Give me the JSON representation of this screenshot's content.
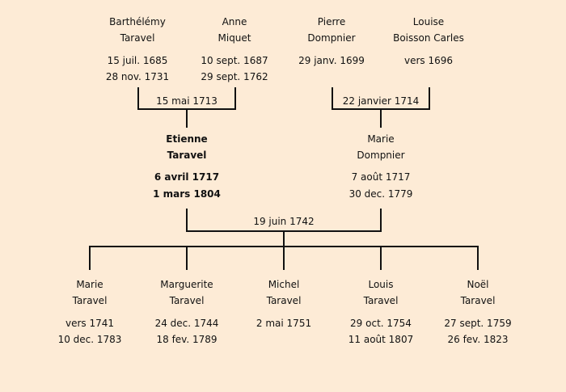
{
  "grandparents": [
    {
      "first": "Barthélémy",
      "last": "Taravel",
      "birth": "15 juil. 1685",
      "death": "28 nov. 1731"
    },
    {
      "first": "Anne",
      "last": "Miquet",
      "birth": "10 sept. 1687",
      "death": "29 sept. 1762"
    },
    {
      "first": "Pierre",
      "last": "Dompnier",
      "birth": "29 janv. 1699",
      "death": ""
    },
    {
      "first": "Louise",
      "last": "Boisson Carles",
      "birth": "vers 1696",
      "death": ""
    }
  ],
  "marriages": {
    "paternal": "15 mai 1713",
    "maternal": "22 janvier 1714",
    "parents": "19 juin 1742"
  },
  "parents": [
    {
      "first": "Etienne",
      "last": "Taravel",
      "birth": "6 avril 1717",
      "death": "1 mars 1804"
    },
    {
      "first": "Marie",
      "last": "Dompnier",
      "birth": "7 août 1717",
      "death": "30 dec. 1779"
    }
  ],
  "children": [
    {
      "first": "Marie",
      "last": "Taravel",
      "birth": "vers 1741",
      "death": "10 dec. 1783"
    },
    {
      "first": "Marguerite",
      "last": "Taravel",
      "birth": "24 dec. 1744",
      "death": "18 fev. 1789"
    },
    {
      "first": "Michel",
      "last": "Taravel",
      "birth": "2 mai 1751",
      "death": ""
    },
    {
      "first": "Louis",
      "last": "Taravel",
      "birth": "29 oct. 1754",
      "death": "11 août 1807"
    },
    {
      "first": "Noël",
      "last": "Taravel",
      "birth": "27 sept. 1759",
      "death": "26 fev. 1823"
    }
  ]
}
